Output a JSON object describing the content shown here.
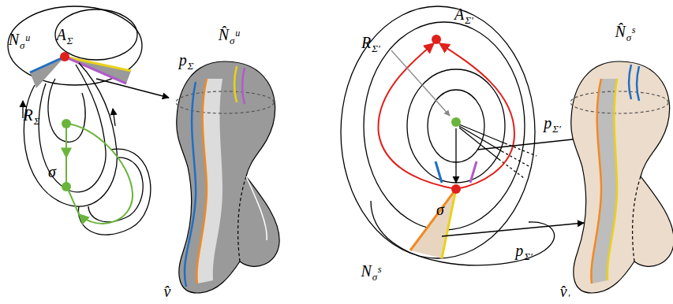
{
  "diagram": {
    "labels": [
      "AΣ",
      "Nσᵘ",
      "RΣ",
      "σ",
      "pΣ",
      "N̂σᵘ",
      "v̂",
      "AΣ′",
      "RΣ′",
      "σ",
      "pΣ′",
      "pΣ′",
      "Nσˢ",
      "N̂σˢ",
      "v̂′"
    ]
  }
}
